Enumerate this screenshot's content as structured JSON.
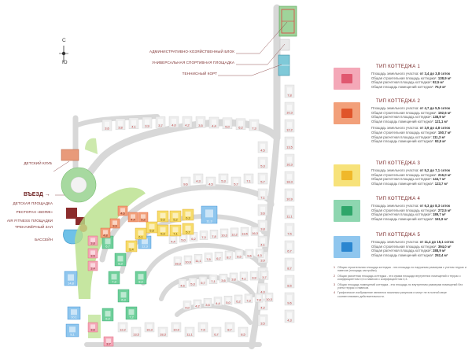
{
  "compass": {
    "north": "С",
    "south": "Ю"
  },
  "labels": {
    "admin_block": "АДМИНИСТРАТИВНО-ХОЗЯЙСТВЕННЫЙ БЛОК",
    "sports_ground": "УНИВЕРСАЛЬНАЯ СПОРТИВНАЯ ПЛОЩАДКА",
    "tennis_court": "ТЕННИСНЫЙ КОРТ",
    "kids_club": "ДЕТСКИЙ КЛУБ",
    "entry": "ВЪЕЗД",
    "playground": "ДЕТСКАЯ ПЛОЩАДКА",
    "restaurant": "РЕСТОРАН «ВОЯЖ»",
    "fitness": "AIR FITNESS ПЛОЩАДКИ",
    "gym": "ТРЕНАЖЁРНЫЙ ЗАЛ",
    "pool": "БАССЕЙН"
  },
  "legend": [
    {
      "title": "ТИП КОТТЕДЖА 1",
      "color": "#f4a8b8",
      "inner": "#e05870",
      "lines": [
        {
          "t": "Площадь земельного участка:",
          "v": "от 3,4 до 3,8 соток"
        },
        {
          "t": "Общая строительная площадь коттеджа¹:",
          "v": "138,9 м²"
        },
        {
          "t": "Общая расчетная площадь коттеджа²:",
          "v": "92,5 м²"
        },
        {
          "t": "Общая площадь помещений коттеджа³:",
          "v": "75,0 м²"
        }
      ]
    },
    {
      "title": "ТИП КОТТЕДЖА 2",
      "color": "#f2a07a",
      "inner": "#e0552a",
      "lines": [
        {
          "t": "Площадь земельного участка:",
          "v": "от 4,7 до 5,5 соток"
        },
        {
          "t": "Общая строительная площадь коттеджа¹:",
          "v": "192,6 м²"
        },
        {
          "t": "Общая расчетная площадь коттеджа²:",
          "v": "138,9 м²"
        },
        {
          "t": "Общая площадь помещений коттеджа³:",
          "v": "121,1 м²"
        },
        {
          "t": "Площадь земельного участка:",
          "v": "от 3,9 до 4,8 соток"
        },
        {
          "t": "Общая строительная площадь коттеджа¹:",
          "v": "150,7 м²"
        },
        {
          "t": "Общая расчетная площадь коттеджа²:",
          "v": "111,3 м²"
        },
        {
          "t": "Общая площадь помещений коттеджа³:",
          "v": "93,5 м²"
        }
      ]
    },
    {
      "title": "ТИП КОТТЕДЖА 3",
      "color": "#f7e27a",
      "inner": "#f0b82a",
      "lines": [
        {
          "t": "Площадь земельного участка:",
          "v": "от 5,2 до 7,1 соток"
        },
        {
          "t": "Общая строительная площадь коттеджа¹:",
          "v": "216,0 м²"
        },
        {
          "t": "Общая расчетная площадь коттеджа²:",
          "v": "144,7 м²"
        },
        {
          "t": "Общая площадь помещений коттеджа³:",
          "v": "123,7 м²"
        }
      ]
    },
    {
      "title": "ТИП КОТТЕДЖА 4",
      "color": "#8ed6b0",
      "inner": "#2fa66a",
      "lines": [
        {
          "t": "Площадь земельного участка:",
          "v": "от 6,3 до 8,3 соток"
        },
        {
          "t": "Общая строительная площадь коттеджа¹:",
          "v": "272,5 м²"
        },
        {
          "t": "Общая расчетная площадь коттеджа²:",
          "v": "189,7 м²"
        },
        {
          "t": "Общая площадь помещений коттеджа³:",
          "v": "161,9 м²"
        }
      ]
    },
    {
      "title": "ТИП КОТТЕДЖА 5",
      "color": "#8fc6ee",
      "inner": "#2a86d0",
      "lines": [
        {
          "t": "Площадь земельного участка:",
          "v": "от 11,4 до 15,1 соток"
        },
        {
          "t": "Общая строительная площадь коттеджа¹:",
          "v": "394,0 м²"
        },
        {
          "t": "Общая расчетная площадь коттеджа²:",
          "v": "288,9 м²"
        },
        {
          "t": "Общая площадь помещений коттеджа³:",
          "v": "252,4 м²"
        }
      ]
    }
  ],
  "notes": [
    {
      "n": "1",
      "t": "Общая строительная площадь коттеджа - эта площадь по наружным размерам с учетом террас и навесов (площадь застройки)"
    },
    {
      "n": "2",
      "t": "Общая расчетная площадь коттеджа - эта сумма площади внутренних помещений и террас с коэффициентом 0,5 и навесов с коэффициентом 0,3."
    },
    {
      "n": "3",
      "t": "Общая площадь помещений коттеджа - эта площадь по внутренним размерам помещений без учета террас и навесов."
    },
    {
      "n": "4",
      "t": "Графическое изображение являются эскизным рисунком и могут не в полной мере соответствовать действительности."
    }
  ],
  "plots": {
    "blue": [
      "11,3",
      "12,3",
      "14,8",
      "10,1",
      "9,1"
    ],
    "green": [
      "6,7",
      "8,3",
      "7,3",
      "6,3",
      "7,2",
      "6,9",
      "8,0"
    ],
    "yellow": [
      "5,6",
      "5,2",
      "6,3",
      "5,7",
      "7,1",
      "5,9",
      "5,8",
      "6,1",
      "5,4"
    ],
    "orange": [
      "4,6",
      "4,4",
      "5,2",
      "3,9",
      "4,8"
    ],
    "pink": [
      "3,8",
      "3,5",
      "3,4",
      "3,6",
      "3,7"
    ],
    "grey": [
      "3,6",
      "3,8",
      "4,1",
      "3,9",
      "3,7",
      "4,0",
      "4,2",
      "3,5",
      "4,4",
      "5,0",
      "6,2",
      "7,3",
      "7,8",
      "10,3",
      "12,2",
      "13,5",
      "16,3",
      "18,3",
      "10,9",
      "11,1",
      "7,5",
      "6,7",
      "8,7",
      "8,5",
      "9,6",
      "4,3",
      "4,5",
      "5,3",
      "5,7",
      "7,1"
    ]
  }
}
